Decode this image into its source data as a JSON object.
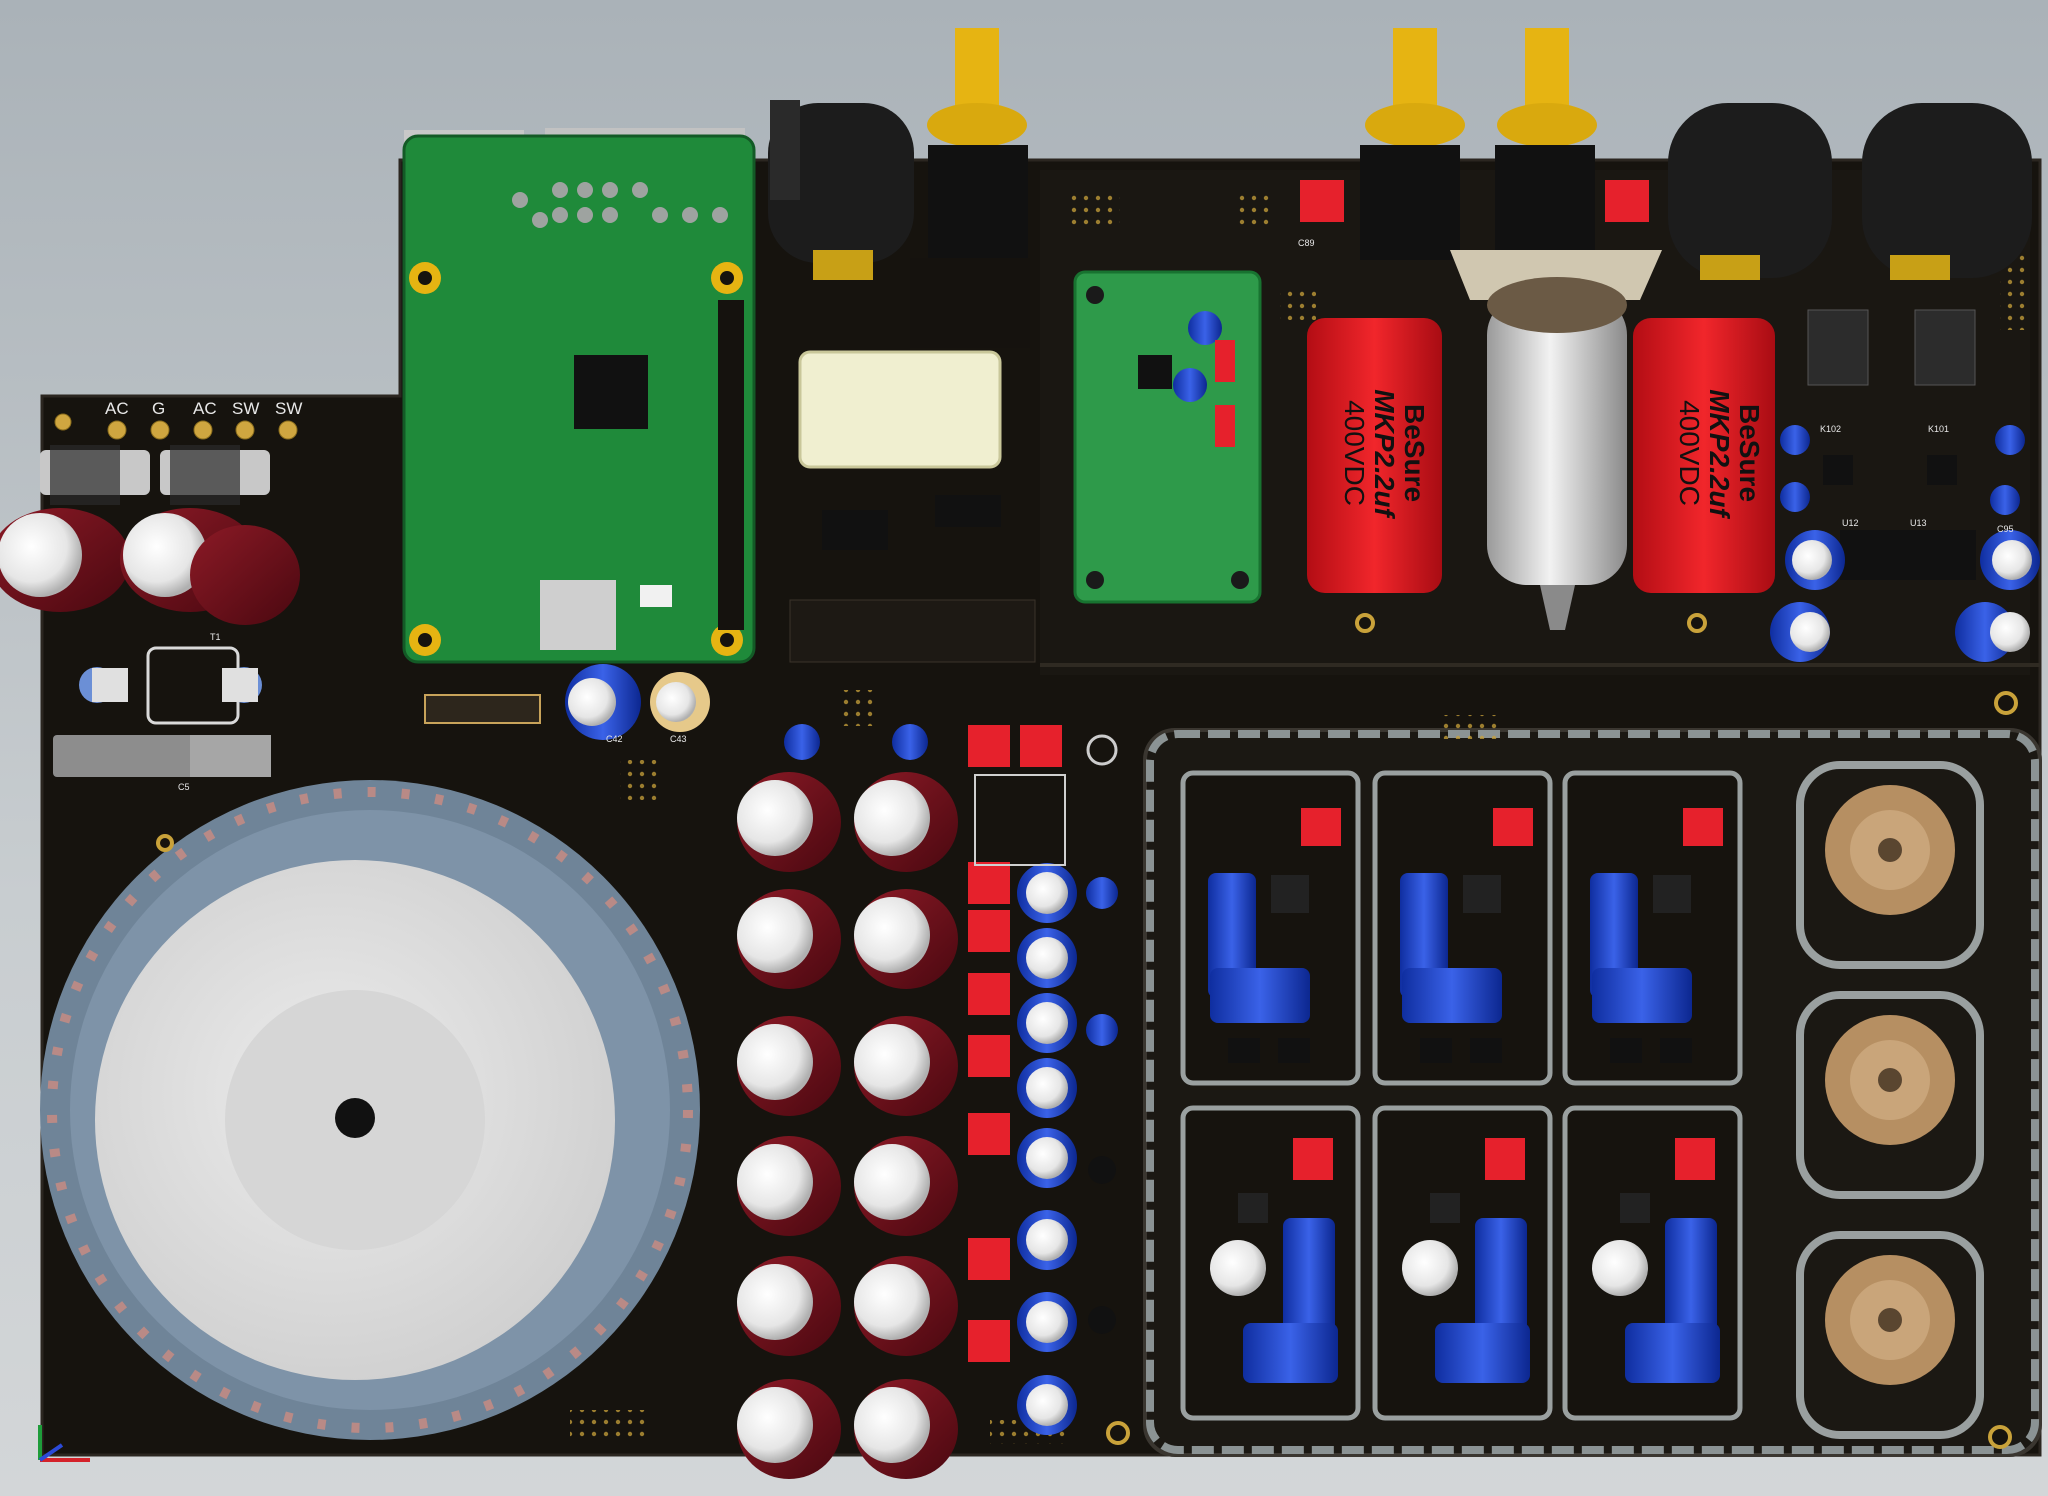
{
  "terminal_labels": [
    "AC",
    "G",
    "AC",
    "SW",
    "SW"
  ],
  "capacitor_left": {
    "text": "BeSure",
    "model": "MKP2.2uf",
    "voltage": "400VDC"
  },
  "capacitor_right": {
    "text": "BeSure",
    "model": "MKP2.2uf",
    "voltage": "400VDC"
  },
  "refdes": {
    "c42": "C42",
    "c43": "C43",
    "c5": "C5",
    "k102": "K102",
    "k101": "K101",
    "u12": "U12",
    "u13": "U13",
    "c89": "C89",
    "c95": "C95",
    "t1": "T1"
  },
  "colors": {
    "board": "#17140f",
    "pi_green": "#1f8a3a",
    "cap_maroon": "#6a0f1a",
    "cap_red": "#d8141c",
    "cap_blue": "#1f47c8",
    "gold": "#e6b412",
    "toroid_blue": "#7b90a6",
    "toroid_copper": "#b98a86"
  },
  "axis_indicator": {
    "x_color": "#d4222a",
    "y_color": "#1e9c3a",
    "z_color": "#2b4ad8"
  }
}
